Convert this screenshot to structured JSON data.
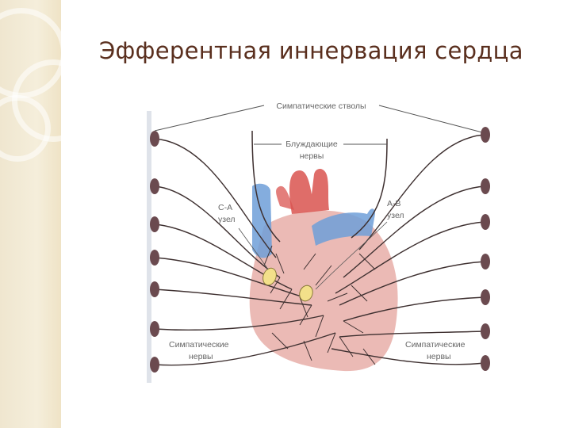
{
  "slide": {
    "title": "Эфферентная иннервация сердца"
  },
  "labels": {
    "sympathetic_trunks": "Симпатические стволы",
    "vagus_line1": "Блуждающие",
    "vagus_line2": "нервы",
    "sa_line1": "С-А",
    "sa_line2": "узел",
    "av_line1": "А-В",
    "av_line2": "узел",
    "symp_nerves_left_line1": "Симпатические",
    "symp_nerves_left_line2": "нервы",
    "symp_nerves_right_line1": "Симпатические",
    "symp_nerves_right_line2": "нервы"
  },
  "colors": {
    "title": "#5a2f1e",
    "ganglion": "#6b4a4f",
    "nerve": "#4a3a3a",
    "heart_pink": "#e9b3ad",
    "vessel_red": "#d9534f",
    "vessel_blue": "#6f9fd8",
    "node_yellow": "#f3e08a"
  }
}
